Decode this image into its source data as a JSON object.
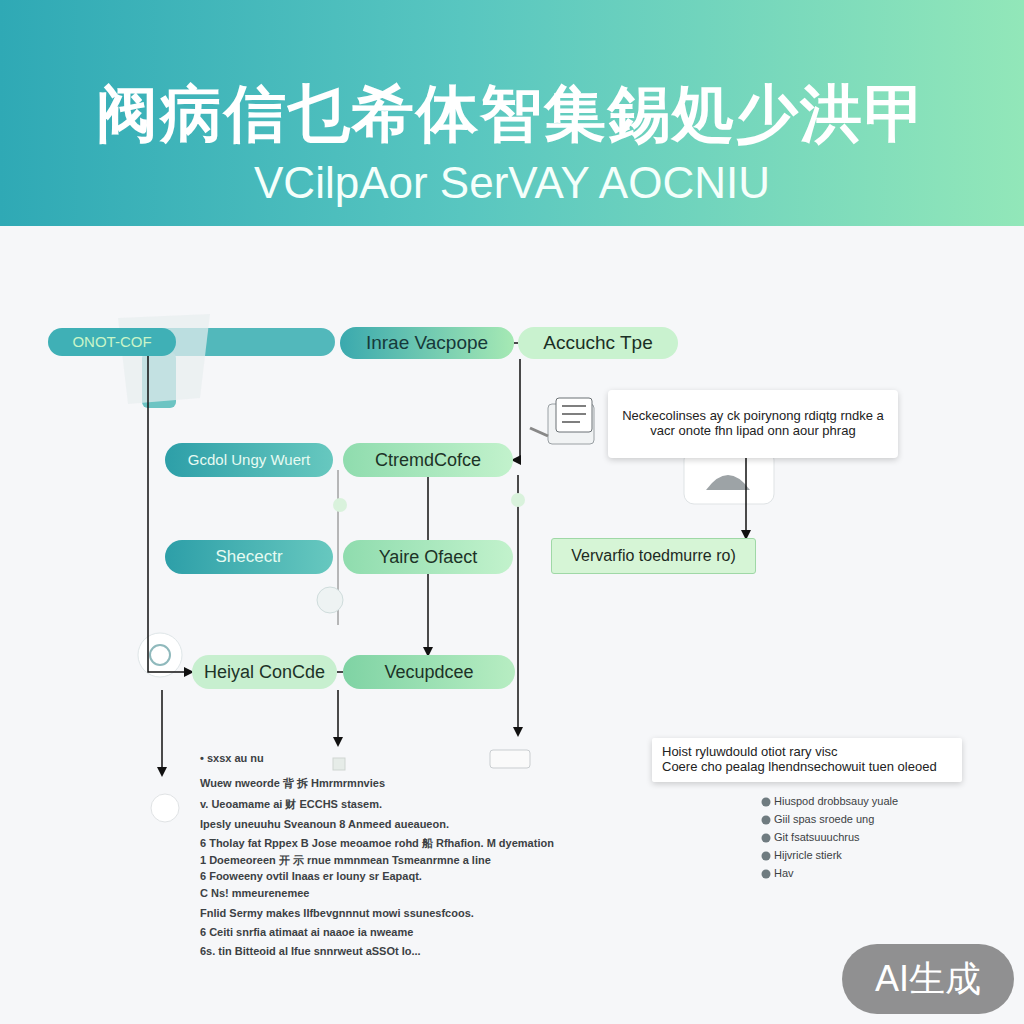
{
  "diagram": {
    "title": "阀病信乜希体智集錫処少洪甲",
    "nodes": [
      {
        "text": [
          "ONOT-COF"
        ]
      },
      {
        "text": [
          "Inrae Vacpope"
        ]
      },
      {
        "text": [
          "Accuchc Tpe"
        ]
      },
      {
        "text": [
          "Neckecolinses ay ck poirynong rdiqtg rndke a vacr onote fhn lipad onn aour phrag"
        ]
      },
      {
        "text": [
          "Gcdol Ungy Wuert"
        ]
      },
      {
        "text": [
          "CtremdCofce"
        ]
      },
      {
        "text": [
          "Shecectr"
        ]
      },
      {
        "text": [
          "Yaire Ofaect"
        ]
      },
      {
        "text": [
          "Vervarfio toedmurre ro)"
        ]
      },
      {
        "text": [
          "Heiyal ConCde"
        ]
      },
      {
        "text": [
          "Vecupdcee"
        ]
      },
      {
        "text": [
          "Hoist ryluwdould otiot rary visc",
          "Coere cho pealag lhendnsechowuit tuen oleoed"
        ]
      }
    ],
    "edges": [
      {
        "from": 1,
        "to": 2,
        "arrow": "none"
      },
      {
        "from": 2,
        "to": 5,
        "arrow": "to"
      },
      {
        "from": 5,
        "to": 7,
        "arrow": "none"
      },
      {
        "from": 7,
        "to": 10,
        "arrow": "to"
      },
      {
        "from": 3,
        "to": 8,
        "arrow": "to"
      },
      {
        "from": 0,
        "to": 9,
        "arrow": "to"
      },
      {
        "from": 9,
        "to": 10,
        "arrow": "none"
      }
    ],
    "labels": [
      "VCilpAor SerVAY AOCNIU",
      "• sxsx au nu",
      "Wuew nweorde 背 拆 Hmrmrmnvies",
      "v. Ueoamame ai 财 ECCHS stasem.",
      "Ipesly uneuuhu Sveanoun 8 Anmeed aueaueon.",
      "6 Tholay fat Rppex B Jose meoamoe rohd 船 Rfhafion. M dyemation",
      "1 Doemeoreen 开 示 rnue mmnmean Tsmeanrmne a line",
      "6 Fooweeny ovtil Inaas er louny sr Eapaqt.",
      "C Ns! mmeurenemee",
      "Fnlid Sermy makes IIfbevgnnnut mowi ssunesfcoos.",
      "6 Ceiti snrfia atimaat ai naaoe ia nweame",
      "6s. tin Bitteoid al Ifue snnrweut aSSOt Io...",
      "Hiuspod drobbsauy yuale",
      "Giil spas sroede ung",
      "Git fsatsuuuchrus",
      "Hijvricle stierk",
      "Hav",
      "AI生成"
    ]
  }
}
